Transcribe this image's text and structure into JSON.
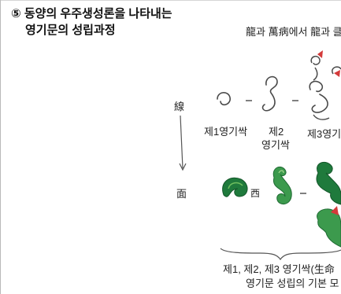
{
  "title": {
    "line1": "⑤ 동양의 우주생성론을 나타내는",
    "line2": "영기문의 성립과정"
  },
  "diagram": {
    "top_caption": "龍과 萬病에서 龍과 클",
    "axis_top": "線",
    "axis_bottom": "面",
    "mid_glyph": "西",
    "stage_labels": {
      "stage1": "제1영기싹",
      "stage2_line1": "제2",
      "stage2_line2": "영기싹",
      "stage3": "제3영기"
    },
    "bottom_caption_line1": "제1, 제2, 제3 영기싹(生命",
    "bottom_caption_line2": "영기문 성립의 기본 모"
  },
  "colors": {
    "stroke": "#4a4a4a",
    "green_dark": "#1f7a3c",
    "green_mid": "#3c9a4d",
    "green_light": "#6fbf5f",
    "accent_red": "#d43a3a"
  }
}
